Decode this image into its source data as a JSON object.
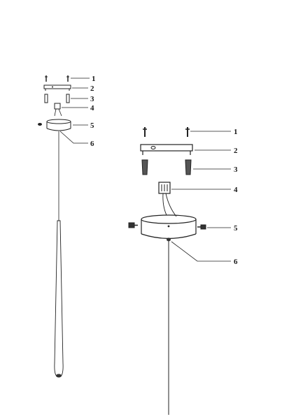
{
  "small_view": {
    "callouts": [
      {
        "part": "screw",
        "label": "1"
      },
      {
        "part": "mounting-bracket",
        "label": "2"
      },
      {
        "part": "wall-anchor",
        "label": "3"
      },
      {
        "part": "terminal-block",
        "label": "4"
      },
      {
        "part": "canopy-side-screw",
        "label": "5"
      },
      {
        "part": "cable-grip",
        "label": "6"
      }
    ]
  },
  "large_view": {
    "callouts": [
      {
        "part": "screw",
        "label": "1"
      },
      {
        "part": "mounting-bracket",
        "label": "2"
      },
      {
        "part": "wall-anchor",
        "label": "3"
      },
      {
        "part": "terminal-block",
        "label": "4"
      },
      {
        "part": "canopy-side-screw",
        "label": "5"
      },
      {
        "part": "cable-grip",
        "label": "6"
      }
    ]
  },
  "colors": {
    "line": "#222222",
    "background": "#ffffff"
  }
}
